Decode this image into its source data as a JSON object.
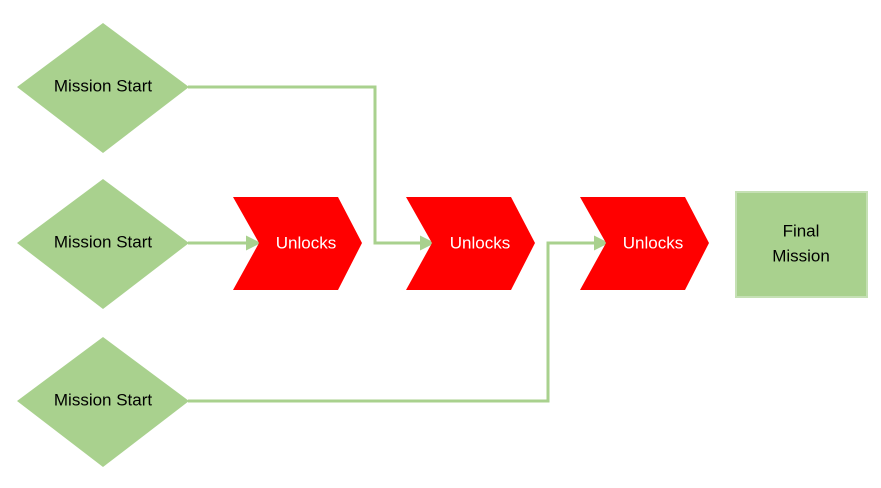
{
  "colors": {
    "diamond_fill": "#a9d18e",
    "chevron_fill": "#ff0000",
    "box_fill": "#a9d18e",
    "box_stroke": "#c5e0b4",
    "connector": "#a9d18e",
    "dark_text": "#000000",
    "light_text": "#ffffff"
  },
  "nodes": {
    "start_1": {
      "label": "Mission Start",
      "shape": "diamond"
    },
    "start_2": {
      "label": "Mission Start",
      "shape": "diamond"
    },
    "start_3": {
      "label": "Mission Start",
      "shape": "diamond"
    },
    "unlock_1": {
      "label": "Unlocks",
      "shape": "chevron"
    },
    "unlock_2": {
      "label": "Unlocks",
      "shape": "chevron"
    },
    "unlock_3": {
      "label": "Unlocks",
      "shape": "chevron"
    },
    "final": {
      "label_line1": "Final",
      "label_line2": "Mission",
      "shape": "rectangle"
    }
  },
  "edges": [
    {
      "from": "start_1",
      "to": "unlock_2"
    },
    {
      "from": "start_2",
      "to": "unlock_1"
    },
    {
      "from": "start_3",
      "to": "unlock_3"
    }
  ]
}
